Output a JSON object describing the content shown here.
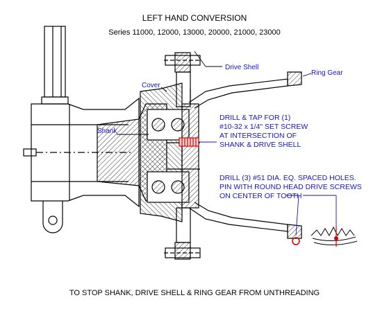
{
  "title": "LEFT HAND CONVERSION",
  "subtitle": "Series 11000, 12000, 13000, 20000, 21000, 23000",
  "labels": {
    "drive_shell": "Drive Shell",
    "ring_gear": "Ring Gear",
    "cover": "Cover",
    "shank": "Shank"
  },
  "notes": {
    "drill_tap": [
      "DRILL & TAP FOR (1)",
      "#10-32 x 1/4\" SET SCREW",
      "AT INTERSECTION OF",
      "SHANK & DRIVE SHELL"
    ],
    "drill_holes": [
      "DRILL (3) #51 DIA. EQ. SPACED HOLES.",
      "PIN WITH ROUND HEAD DRIVE SCREWS",
      "ON CENTER OF TOOTH"
    ]
  },
  "footer": "TO STOP SHANK, DRIVE SHELL & RING GEAR FROM UNTHREADING",
  "colors": {
    "line": "#000000",
    "callout": "#1414c8",
    "highlight": "#d40000"
  }
}
